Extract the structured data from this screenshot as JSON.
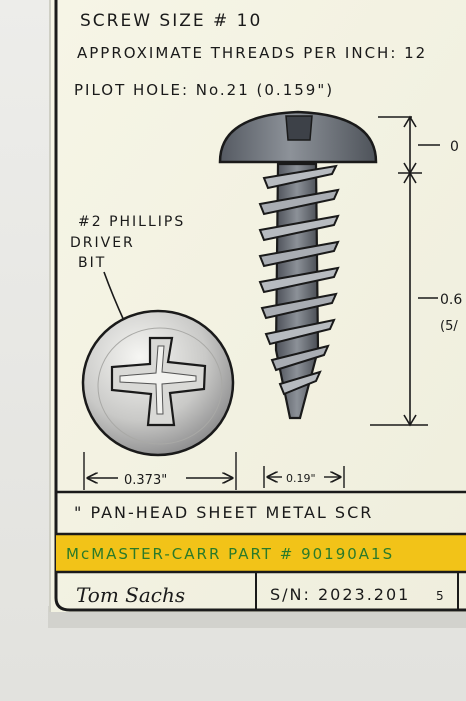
{
  "drawing": {
    "header": {
      "line1": "SCREW SIZE # 10",
      "line2": "APPROXIMATE THREADS PER INCH: 12",
      "line3": "PILOT HOLE: No.21 (0.159\")"
    },
    "driver_note": {
      "line1": "#2 PHILLIPS",
      "line2": "DRIVER",
      "line3": "BIT"
    },
    "dimensions": {
      "head_diameter": "0.373\"",
      "shank_diameter": "0.19\"",
      "right_top": "0",
      "right_length": "0.6",
      "right_fraction": "(5/"
    },
    "title_band": {
      "text": "\" PAN-HEAD   SHEET METAL   SCR"
    },
    "yellow_band": {
      "text": "McMASTER-CARR   PART #  90190A1S",
      "fill_color": "#f2c318",
      "text_color": "#2a7a2a"
    },
    "footer": {
      "signature": "Tom Sachs",
      "serial": "S/N: 2023.201",
      "edge_mark": "5"
    }
  }
}
